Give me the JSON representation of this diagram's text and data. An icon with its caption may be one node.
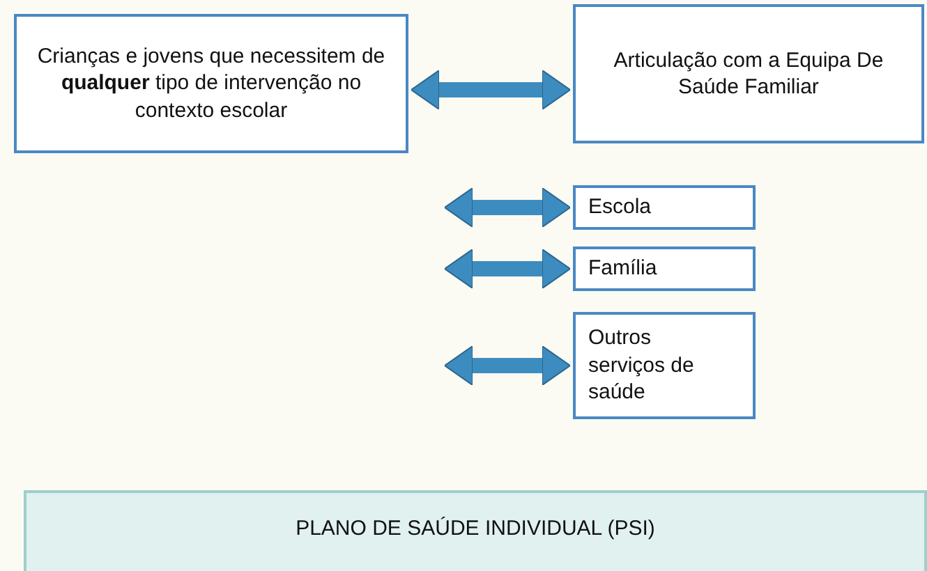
{
  "diagram": {
    "nodes": [
      {
        "text": [
          "Crianças e jovens que necessitem de **qualquer** tipo de intervenção no contexto escolar"
        ]
      },
      {
        "text": [
          "Articulação com a Equipa De Saúde Familiar"
        ]
      },
      {
        "text": [
          "Escola"
        ]
      },
      {
        "text": [
          "Família"
        ]
      },
      {
        "text": [
          "Outros serviços de saúde"
        ]
      },
      {
        "text": [
          "PLANO DE SAÚDE INDIVIDUAL (PSI)"
        ]
      }
    ],
    "edges": [
      {
        "from": 0,
        "to": 1,
        "arrow": "both"
      },
      {
        "from": null,
        "to": 2,
        "arrow": "both"
      },
      {
        "from": null,
        "to": 3,
        "arrow": "both"
      },
      {
        "from": null,
        "to": 4,
        "arrow": "both"
      }
    ]
  }
}
